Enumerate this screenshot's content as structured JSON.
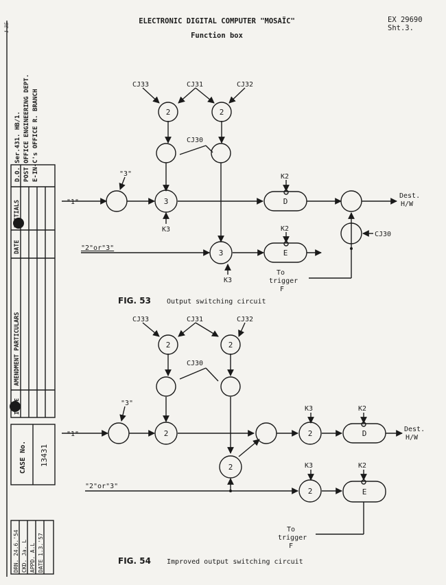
{
  "header": {
    "title": "ELECTRONIC DIGITAL COMPUTER \"MOSAÏC\"",
    "subtitle": "Function box",
    "ref": "EX 29690",
    "sheet": "Sht.3.",
    "corner_mark": "1-35"
  },
  "margin": {
    "drawing_office": "D.O. Ser.431. HB/1.",
    "department": "POST OFFICE ENGINEERING DEPT.",
    "branch": "E-IN-C's OFFICE R. BRANCH",
    "col_initials": "INITIALS",
    "col_date": "DATE",
    "col_particulars": "AMENDMENT PARTICULARS",
    "col_issue": "ISSUE",
    "case_label": "CASE No.",
    "case_number": "13431",
    "drn": "DRN. 24.6.'54",
    "ckd": "CKD. Ja. L",
    "appd": "APPD. A.L",
    "date": "DATE 1.3.'57"
  },
  "fig53": {
    "caption_num": "FIG. 53",
    "caption_text": "Output switching circuit",
    "labels": {
      "cj33": "CJ33",
      "cj31": "CJ31",
      "cj32": "CJ32",
      "cj30a": "CJ30",
      "cj30b": "CJ30",
      "q3": "\"3\"",
      "in1": "\"1\"",
      "in23": "\"2\"or\"3\"",
      "k2a": "K2",
      "k2b": "K2",
      "k3a": "K3",
      "k3b": "K3",
      "dest": "Dest.",
      "hw": "H/W",
      "to": "To",
      "trigger": "trigger",
      "f": "F"
    },
    "nodes": {
      "n1": "2",
      "n2": "2",
      "n3": "3",
      "n4": "3",
      "d": "D",
      "e": "E"
    }
  },
  "fig54": {
    "caption_num": "FIG. 54",
    "caption_text": "Improved output switching circuit",
    "labels": {
      "cj33": "CJ33",
      "cj31": "CJ31",
      "cj32": "CJ32",
      "cj30": "CJ30",
      "q3": "\"3\"",
      "in1": "\"1\"",
      "in23": "\"2\"or\"3\"",
      "k3a": "K3",
      "k2a": "K2",
      "k3b": "K3",
      "k2b": "K2",
      "dest": "Dest.",
      "hw": "H/W",
      "to": "To",
      "trigger": "trigger",
      "f": "F"
    },
    "nodes": {
      "n1": "2",
      "n2": "2",
      "n3": "2",
      "n4": "2",
      "n5": "2",
      "n6": "2",
      "d": "D",
      "e": "E"
    }
  }
}
